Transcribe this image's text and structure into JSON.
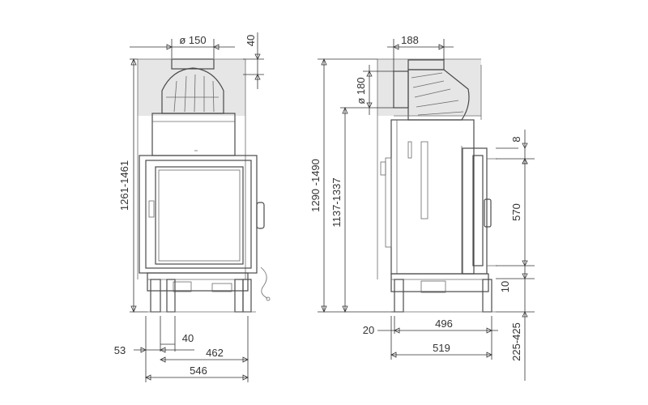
{
  "front_view": {
    "flue_diameter": "ø 150",
    "top_offset": "40",
    "total_height": "1261-1461",
    "leg_offset": "53",
    "leg_inset": "40",
    "inner_width": "462",
    "total_width": "546"
  },
  "side_view": {
    "flue_depth": "188",
    "flue_diameter": "ø 180",
    "total_height": "1290 -1490",
    "outlet_height": "1137-1337",
    "door_top_gap": "8",
    "door_height": "570",
    "door_bottom_gap": "10",
    "back_offset": "20",
    "body_depth": "496",
    "total_depth": "519",
    "leg_height_range": "225-425"
  },
  "colors": {
    "line": "#4a4a4a",
    "dimension": "#333333",
    "shade": "#e6e6e6"
  }
}
